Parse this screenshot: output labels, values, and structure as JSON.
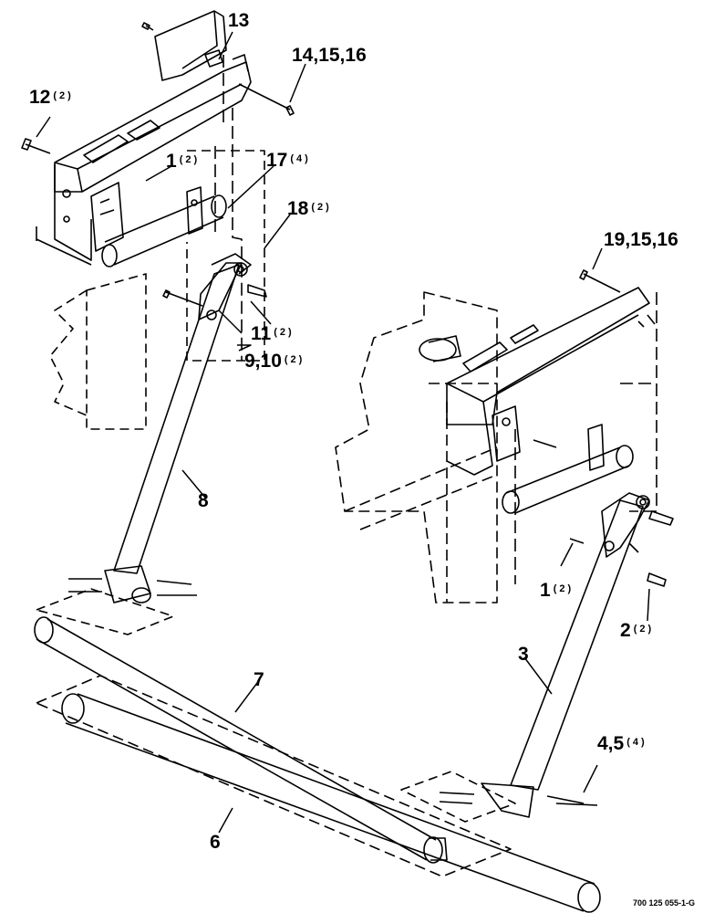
{
  "callouts": {
    "c13": {
      "number": "13",
      "qty": ""
    },
    "c14": {
      "number": "14,15,16",
      "qty": ""
    },
    "c12": {
      "number": "12",
      "qty": "(2)"
    },
    "c1a": {
      "number": "1",
      "qty": "(2)"
    },
    "c17": {
      "number": "17",
      "qty": "(4)"
    },
    "c18": {
      "number": "18",
      "qty": "(2)"
    },
    "c19": {
      "number": "19,15,16",
      "qty": ""
    },
    "c11": {
      "number": "11",
      "qty": "(2)"
    },
    "c9": {
      "number": "9,10",
      "qty": "(2)"
    },
    "c8": {
      "number": "8",
      "qty": ""
    },
    "c1b": {
      "number": "1",
      "qty": "(2)"
    },
    "c2": {
      "number": "2",
      "qty": "(2)"
    },
    "c3": {
      "number": "3",
      "qty": ""
    },
    "c7": {
      "number": "7",
      "qty": ""
    },
    "c45": {
      "number": "4,5",
      "qty": "(4)"
    },
    "c6": {
      "number": "6",
      "qty": ""
    }
  },
  "drawing_id": "700 125 055-1-G"
}
